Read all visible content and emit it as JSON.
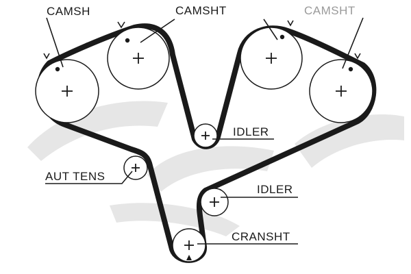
{
  "diagram": {
    "labels": {
      "camshaft_left_outer": "CAMSH",
      "camshaft_center": "CAMSHT",
      "camshaft_right_outer": "CAMSHT",
      "idler_upper": "IDLER",
      "idler_lower": "IDLER",
      "tensioner": "AUT TENS",
      "crankshaft": "CRANSHT"
    },
    "colors": {
      "line": "#1a1a1a",
      "watermark": "#e6e6e6",
      "background": "#ffffff"
    }
  }
}
